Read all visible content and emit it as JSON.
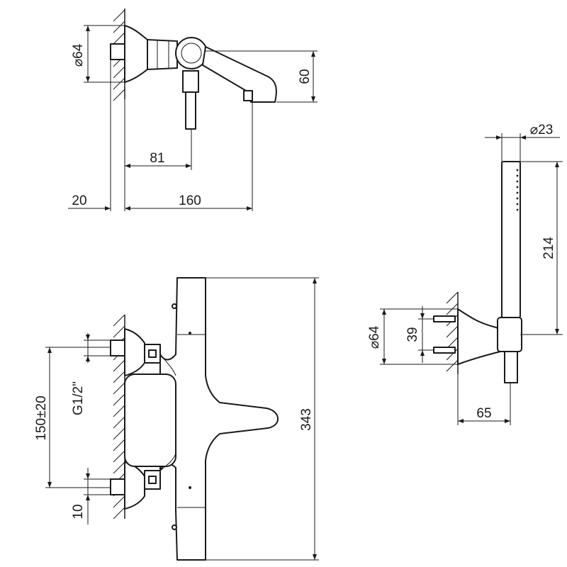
{
  "top_view": {
    "dia_wall": "⌀64",
    "height_spout": "60",
    "dist_outlet": "81",
    "wall_offset": "20",
    "length_spout": "160"
  },
  "front_view": {
    "thread": "G1/2\"",
    "centers": "150±20",
    "inlet_offset": "10",
    "body_length": "343"
  },
  "shower_view": {
    "dia_handle": "⌀23",
    "handle_length": "214",
    "dia_bracket": "⌀64",
    "bracket_height": "39",
    "bracket_projection": "65"
  },
  "colors": {
    "line": "#1a1a1a",
    "background": "#ffffff"
  }
}
